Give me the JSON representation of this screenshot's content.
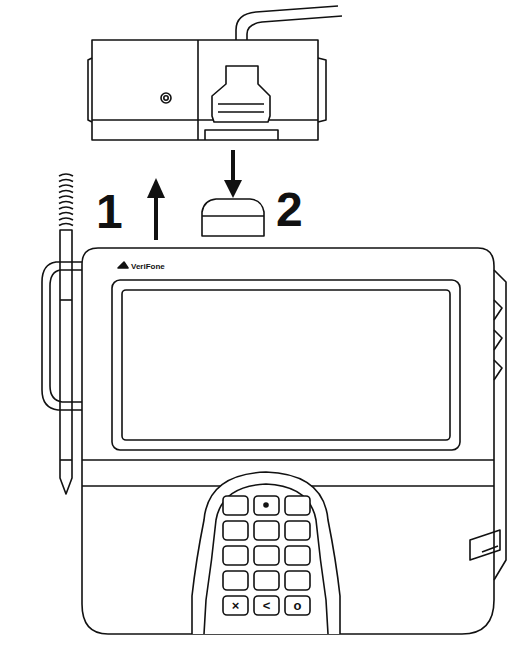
{
  "diagram": {
    "labels": [
      "1",
      "2",
      "VeriFone",
      "×",
      "<",
      "o"
    ]
  }
}
